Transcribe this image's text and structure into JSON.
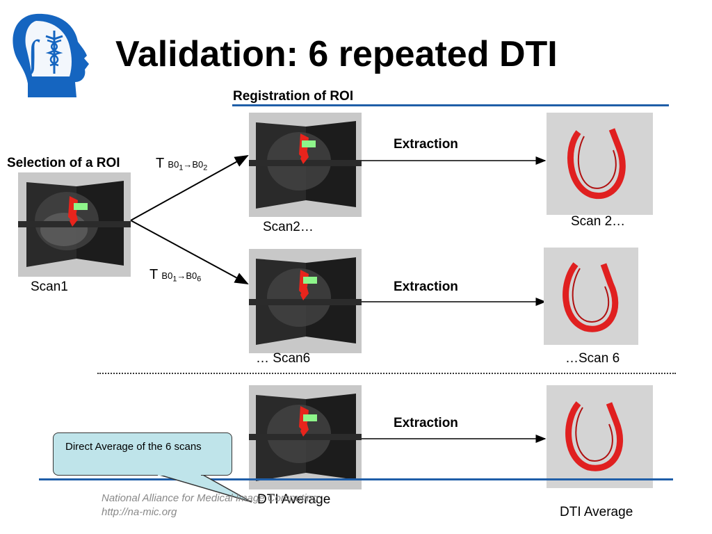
{
  "title": "Validation: 6 repeated DTI",
  "subtitle": "Registration of ROI",
  "left": {
    "selection_label": "Selection of a ROI",
    "scan_label": "Scan1"
  },
  "transforms": [
    {
      "prefix": "T",
      "from": "B0",
      "from_sub": "1",
      "arrow": "→",
      "to": "B0",
      "to_sub": "2"
    },
    {
      "prefix": "T",
      "from": "B0",
      "from_sub": "1",
      "arrow": "→",
      "to": "B0",
      "to_sub": "6"
    }
  ],
  "rows": [
    {
      "scan_label": "Scan2…",
      "extraction_label": "Extraction",
      "result_label": "Scan 2…"
    },
    {
      "scan_label": "… Scan6",
      "extraction_label": "Extraction",
      "result_label": "…Scan 6"
    },
    {
      "scan_label": "DTI Average",
      "extraction_label": "Extraction",
      "result_label": "DTI Average"
    }
  ],
  "callout": {
    "text": "Direct Average of the 6 scans"
  },
  "footer": {
    "org": "National Alliance for Medical Image Computing",
    "url": "http://na-mic.org"
  },
  "colors": {
    "rule_blue": "#1f5ea8",
    "logo_blue": "#1565c0",
    "callout_fill": "#bfe4ea",
    "fiber_red": "#e02020",
    "roi_red": "#e8241c",
    "roi_green": "#8ef58a",
    "panel_gray": "#c8c8c8"
  },
  "icons": {
    "logo": "slicer-head-caduceus-icon"
  }
}
